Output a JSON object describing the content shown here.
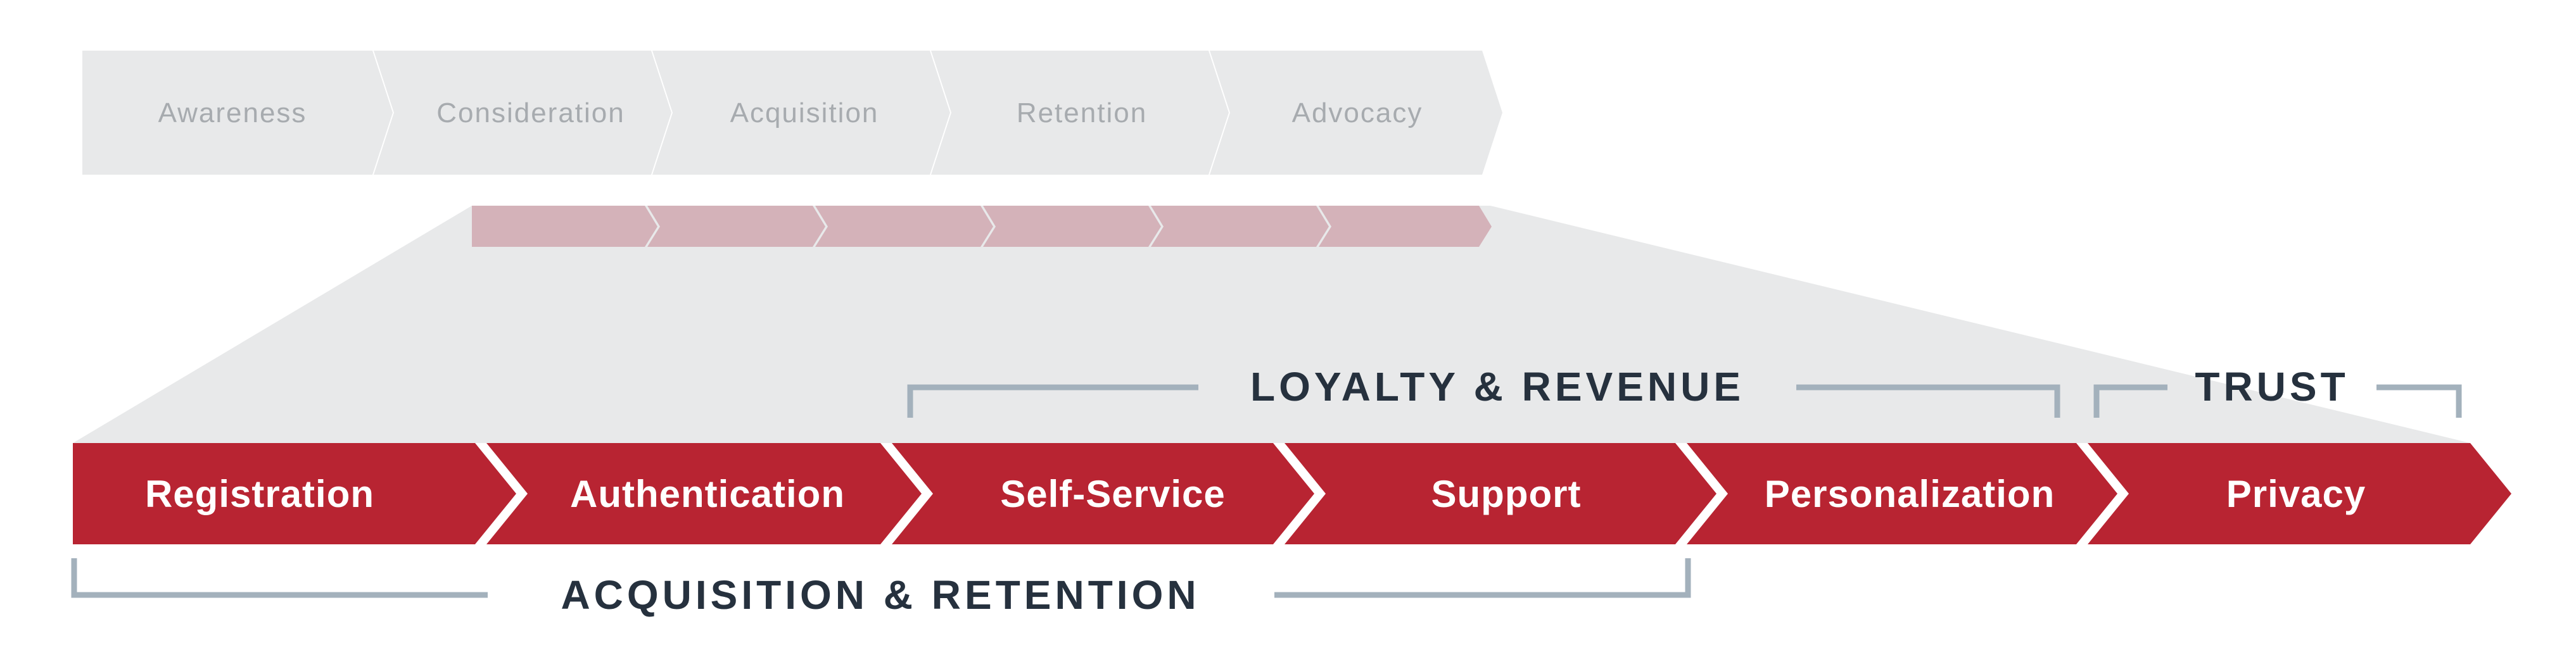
{
  "colors": {
    "top_chevron_fill": "#e8e9ea",
    "top_chevron_text": "#a7abaf",
    "mini_chevron_fill": "#d4b2b9",
    "funnel_fill": "#e8e9ea",
    "main_chevron_fill": "#b82432",
    "main_chevron_text": "#ffffff",
    "bracket_stroke": "#a3b1bc",
    "group_label_text": "#26313e"
  },
  "top_stages": [
    {
      "label": "Awareness"
    },
    {
      "label": "Consideration"
    },
    {
      "label": "Acquisition"
    },
    {
      "label": "Retention"
    },
    {
      "label": "Advocacy"
    }
  ],
  "mini_stage_count": 6,
  "steps": [
    {
      "label": "Registration"
    },
    {
      "label": "Authentication"
    },
    {
      "label": "Self-Service"
    },
    {
      "label": "Support"
    },
    {
      "label": "Personalization"
    },
    {
      "label": "Privacy"
    }
  ],
  "groups": {
    "loyalty_revenue": "LOYALTY & REVENUE",
    "trust": "TRUST",
    "acquisition_retention": "ACQUISITION & RETENTION"
  }
}
